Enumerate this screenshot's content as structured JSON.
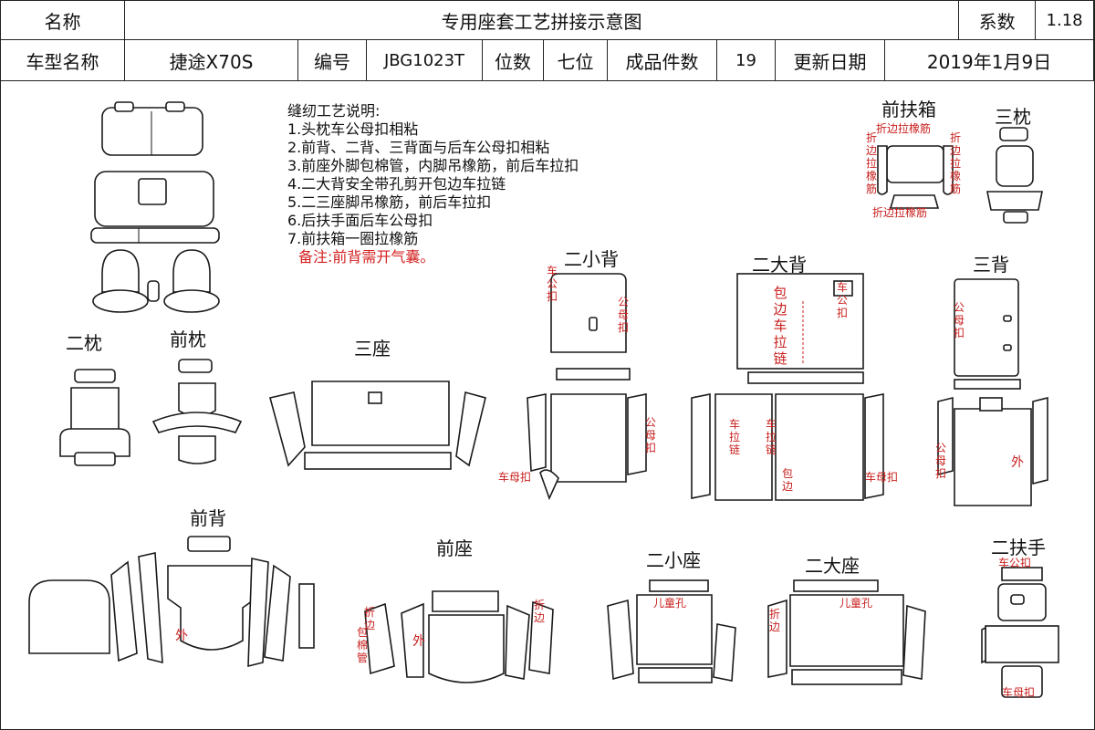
{
  "header": {
    "name_label": "名称",
    "title": "专用座套工艺拼接示意图",
    "coef_label": "系数",
    "coef_value": "1.18",
    "model_label": "车型名称",
    "model_value": "捷途X70S",
    "code_label": "编号",
    "code_value": "JBG1023T",
    "seats_label": "位数",
    "seats_value": "七位",
    "pieces_label": "成品件数",
    "pieces_value": "19",
    "date_label": "更新日期",
    "date_value": "2019年1月9日"
  },
  "notes": {
    "title": "缝纫工艺说明:",
    "items": [
      "1.头枕车公母扣相粘",
      "2.前背、二背、三背面与后车公母扣相粘",
      "3.前座外脚包棉管，内脚吊橡筋，前后车拉扣",
      "4.二大背安全带孔剪开包边车拉链",
      "5.二三座脚吊橡筋，前后车拉扣",
      "6.后扶手面后车公母扣",
      "7.前扶箱一圈拉橡筋"
    ],
    "remark": "备注:前背需开气囊。"
  },
  "sections": {
    "front_console": "前扶箱",
    "third_headrest": "三枕",
    "second_headrest": "二枕",
    "front_headrest": "前枕",
    "third_seat": "三座",
    "second_small_back": "二小背",
    "second_big_back": "二大背",
    "third_back": "三背",
    "front_back": "前背",
    "front_seat": "前座",
    "second_small_seat": "二小座",
    "second_big_seat": "二大座",
    "second_armrest": "二扶手"
  },
  "annotations": {
    "fold_edge_elastic": "折边拉橡筋",
    "female_button": "车母扣",
    "male_button": "车公扣",
    "male_female": "公母扣",
    "male_female_button": "车公扣",
    "edge_zipper": "包边车拉链",
    "zipper": "车拉链",
    "edge": "包边",
    "outer": "外",
    "fold_edge": "折边",
    "cotton_tube": "包棉管",
    "child_hole": "儿童孔",
    "male_female_button_full": "公母扣"
  }
}
